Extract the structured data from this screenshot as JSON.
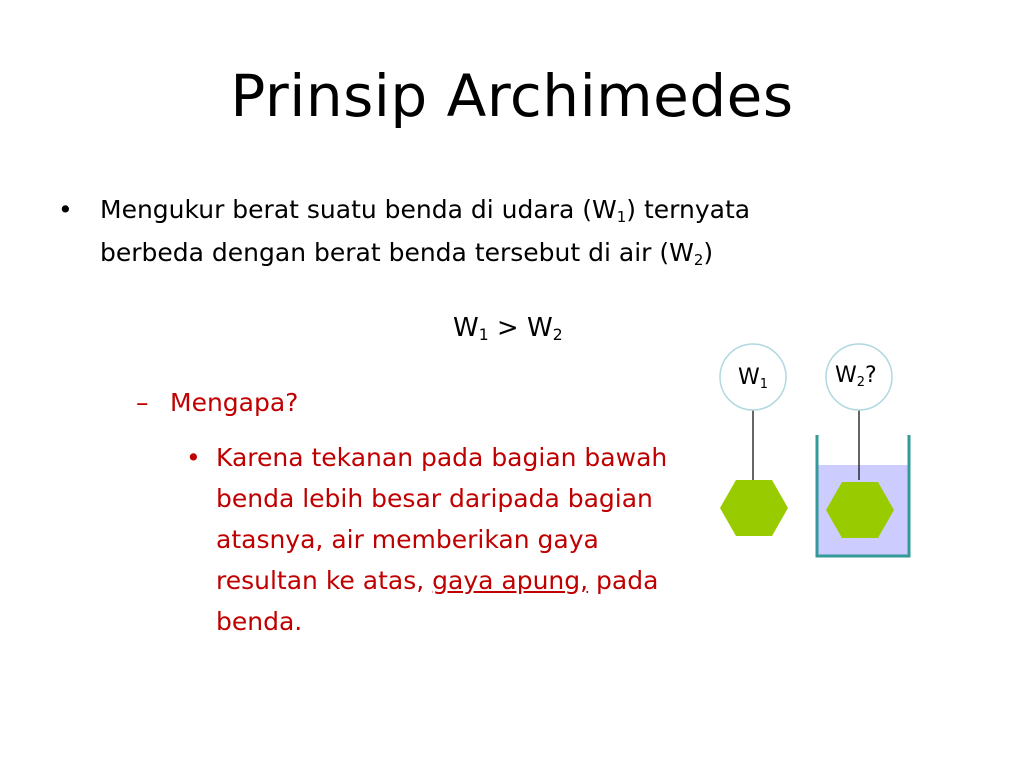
{
  "slide": {
    "title": "Prinsip Archimedes",
    "bullet1": {
      "marker": "•",
      "part1": "Mengukur berat suatu benda di udara (W",
      "sub1": "1",
      "part2": ") ternyata berbeda dengan berat benda tersebut di air (W",
      "sub2": "2",
      "part3": ")"
    },
    "formula": {
      "left": "W",
      "left_sub": "1",
      "op": " > ",
      "right": "W",
      "right_sub": "2"
    },
    "question": {
      "dash": "–",
      "text": "Mengapa?"
    },
    "reason": {
      "marker": "•",
      "part1": "Karena tekanan pada bagian bawah benda lebih besar daripada bagian atasnya, air memberikan gaya resultan ke atas, ",
      "underlined": "gaya apung,",
      "part2": " pada benda."
    },
    "diagram": {
      "label1": "W",
      "label1_sub": "1",
      "label2": "W",
      "label2_sub": "2",
      "label2_suffix": "?"
    }
  },
  "colors": {
    "text": "#000000",
    "accent_red": "#c00000",
    "object_green": "#99cc00",
    "water": "#ccccff",
    "container": "#339999",
    "circle_stroke": "#b0d8e0"
  }
}
